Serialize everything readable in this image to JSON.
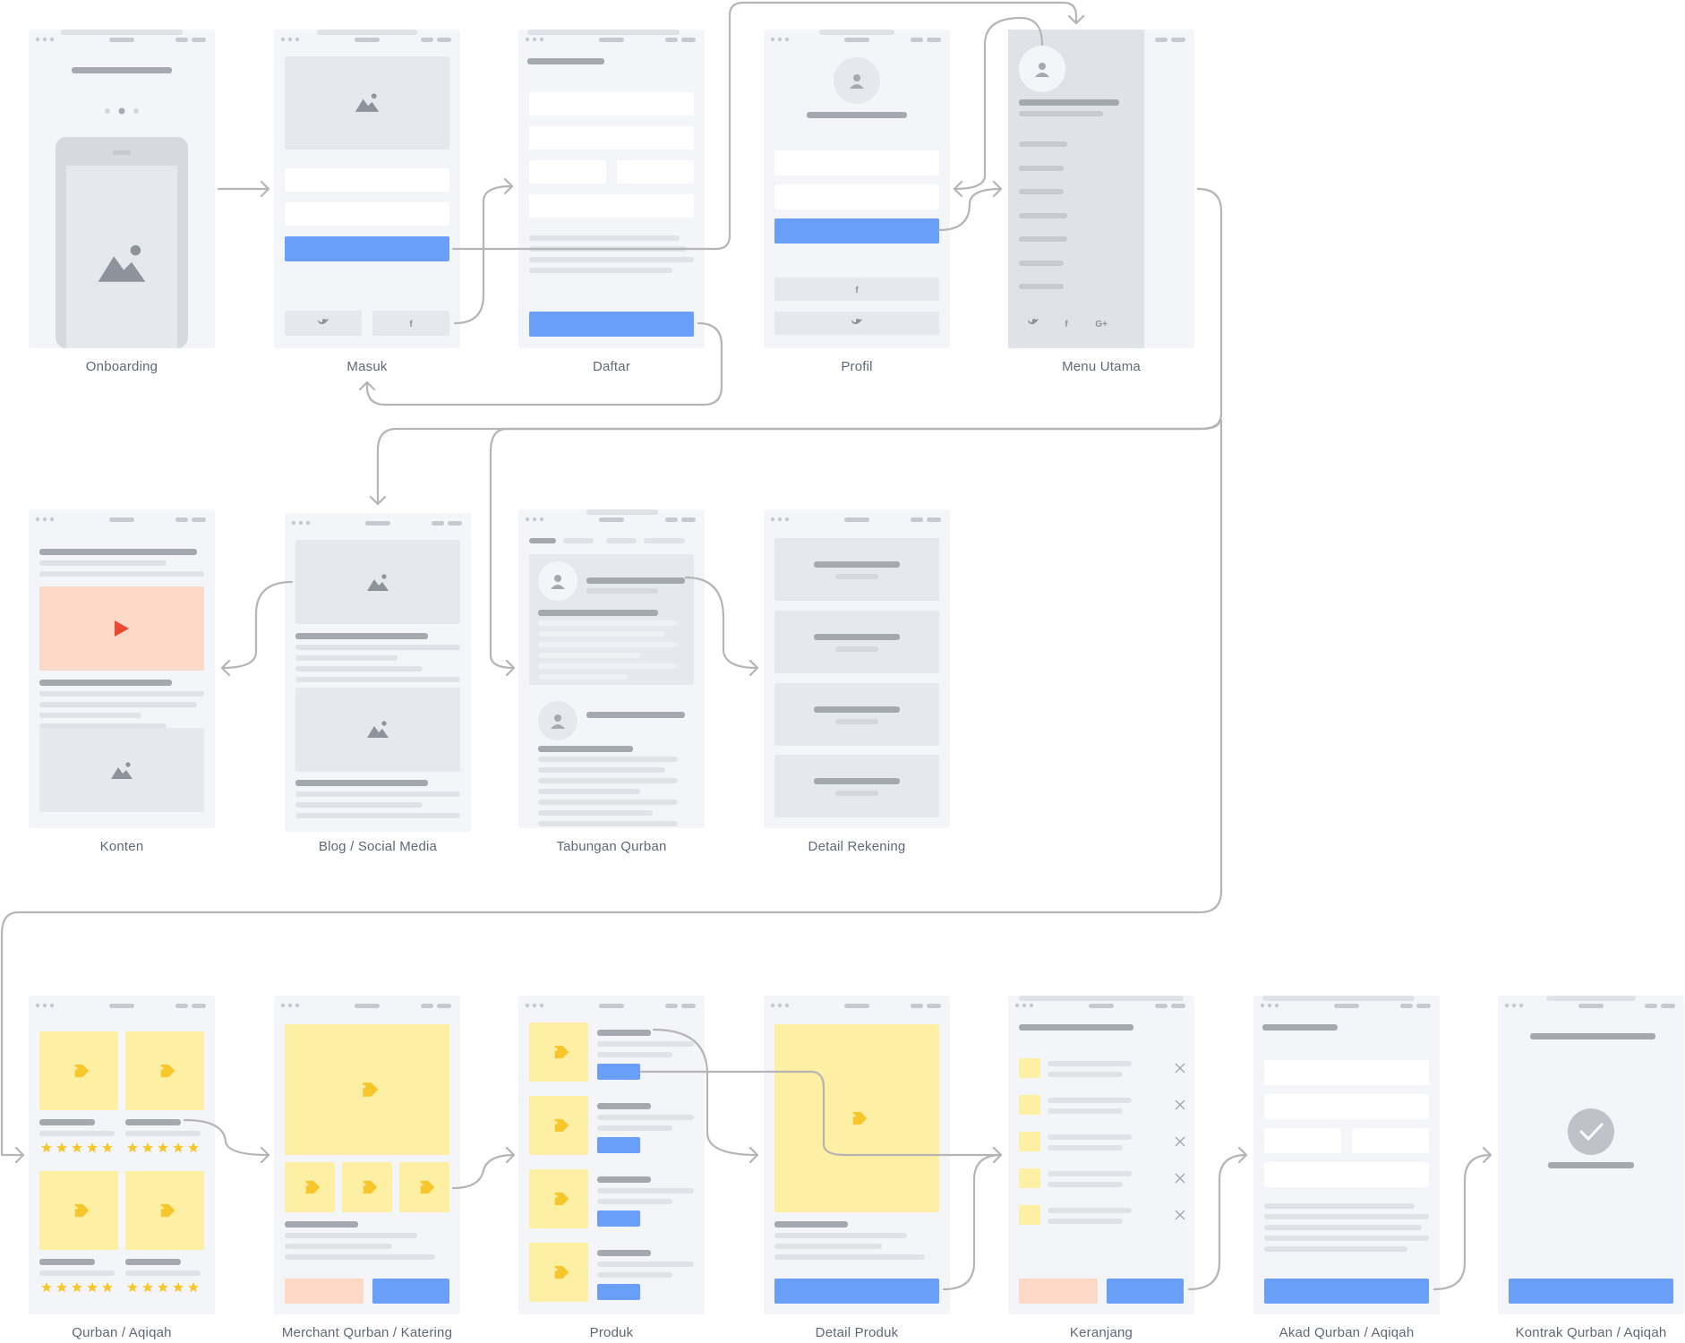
{
  "screens": [
    {
      "id": "onboarding",
      "label": "Onboarding"
    },
    {
      "id": "masuk",
      "label": "Masuk"
    },
    {
      "id": "daftar",
      "label": "Daftar"
    },
    {
      "id": "profil",
      "label": "Profil"
    },
    {
      "id": "menu-utama",
      "label": "Menu Utama"
    },
    {
      "id": "konten",
      "label": "Konten"
    },
    {
      "id": "blog",
      "label": "Blog / Social Media"
    },
    {
      "id": "tabungan",
      "label": "Tabungan Qurban"
    },
    {
      "id": "detail-rekening",
      "label": "Detail Rekening"
    },
    {
      "id": "qurban-aqiqah",
      "label": "Qurban / Aqiqah"
    },
    {
      "id": "merchant",
      "label": "Merchant Qurban / Katering"
    },
    {
      "id": "produk",
      "label": "Produk"
    },
    {
      "id": "detail-produk",
      "label": "Detail Produk"
    },
    {
      "id": "keranjang",
      "label": "Keranjang"
    },
    {
      "id": "akad",
      "label": "Akad Qurban / Aqiqah"
    },
    {
      "id": "kontrak",
      "label": "Kontrak Qurban / Aqiqah"
    }
  ],
  "flows": [
    {
      "from": "Onboarding",
      "to": "Masuk"
    },
    {
      "from": "Masuk",
      "to": "Daftar"
    },
    {
      "from": "Masuk",
      "to": "Menu Utama"
    },
    {
      "from": "Daftar",
      "to": "Masuk"
    },
    {
      "from": "Profil",
      "to": "Menu Utama"
    },
    {
      "from": "Menu Utama",
      "to": "Profil"
    },
    {
      "from": "Menu Utama",
      "to": "Blog / Social Media"
    },
    {
      "from": "Menu Utama",
      "to": "Tabungan Qurban"
    },
    {
      "from": "Menu Utama",
      "to": "Qurban / Aqiqah"
    },
    {
      "from": "Blog / Social Media",
      "to": "Konten"
    },
    {
      "from": "Tabungan Qurban",
      "to": "Detail Rekening"
    },
    {
      "from": "Qurban / Aqiqah",
      "to": "Merchant Qurban / Katering"
    },
    {
      "from": "Merchant Qurban / Katering",
      "to": "Produk"
    },
    {
      "from": "Produk",
      "to": "Detail Produk"
    },
    {
      "from": "Produk",
      "to": "Keranjang"
    },
    {
      "from": "Detail Produk",
      "to": "Keranjang"
    },
    {
      "from": "Keranjang",
      "to": "Akad Qurban / Aqiqah"
    },
    {
      "from": "Akad Qurban / Aqiqah",
      "to": "Kontrak Qurban / Aqiqah"
    }
  ],
  "icons": {
    "twitter": "twitter-icon",
    "facebook": "facebook-icon",
    "google": "google-plus-icon",
    "play": "play-icon",
    "tag": "price-tag-icon",
    "check": "check-icon",
    "star": "star-icon",
    "close": "close-icon"
  },
  "social": {
    "twitter": "",
    "facebook": "f",
    "google": "G+"
  },
  "colors": {
    "frame": "#f4f5f9",
    "block": "#e5e8ec",
    "text_line": "#dfe2e7",
    "heading_line": "#a4a9b0",
    "button": "#6a9ff8",
    "secondary_button": "#fcd9c6",
    "product": "#fdefa4",
    "star": "#f6c62a",
    "video": "#fcd9c6",
    "play": "#e8492f",
    "connector": "#b5b5b5",
    "label": "#5f6876"
  }
}
